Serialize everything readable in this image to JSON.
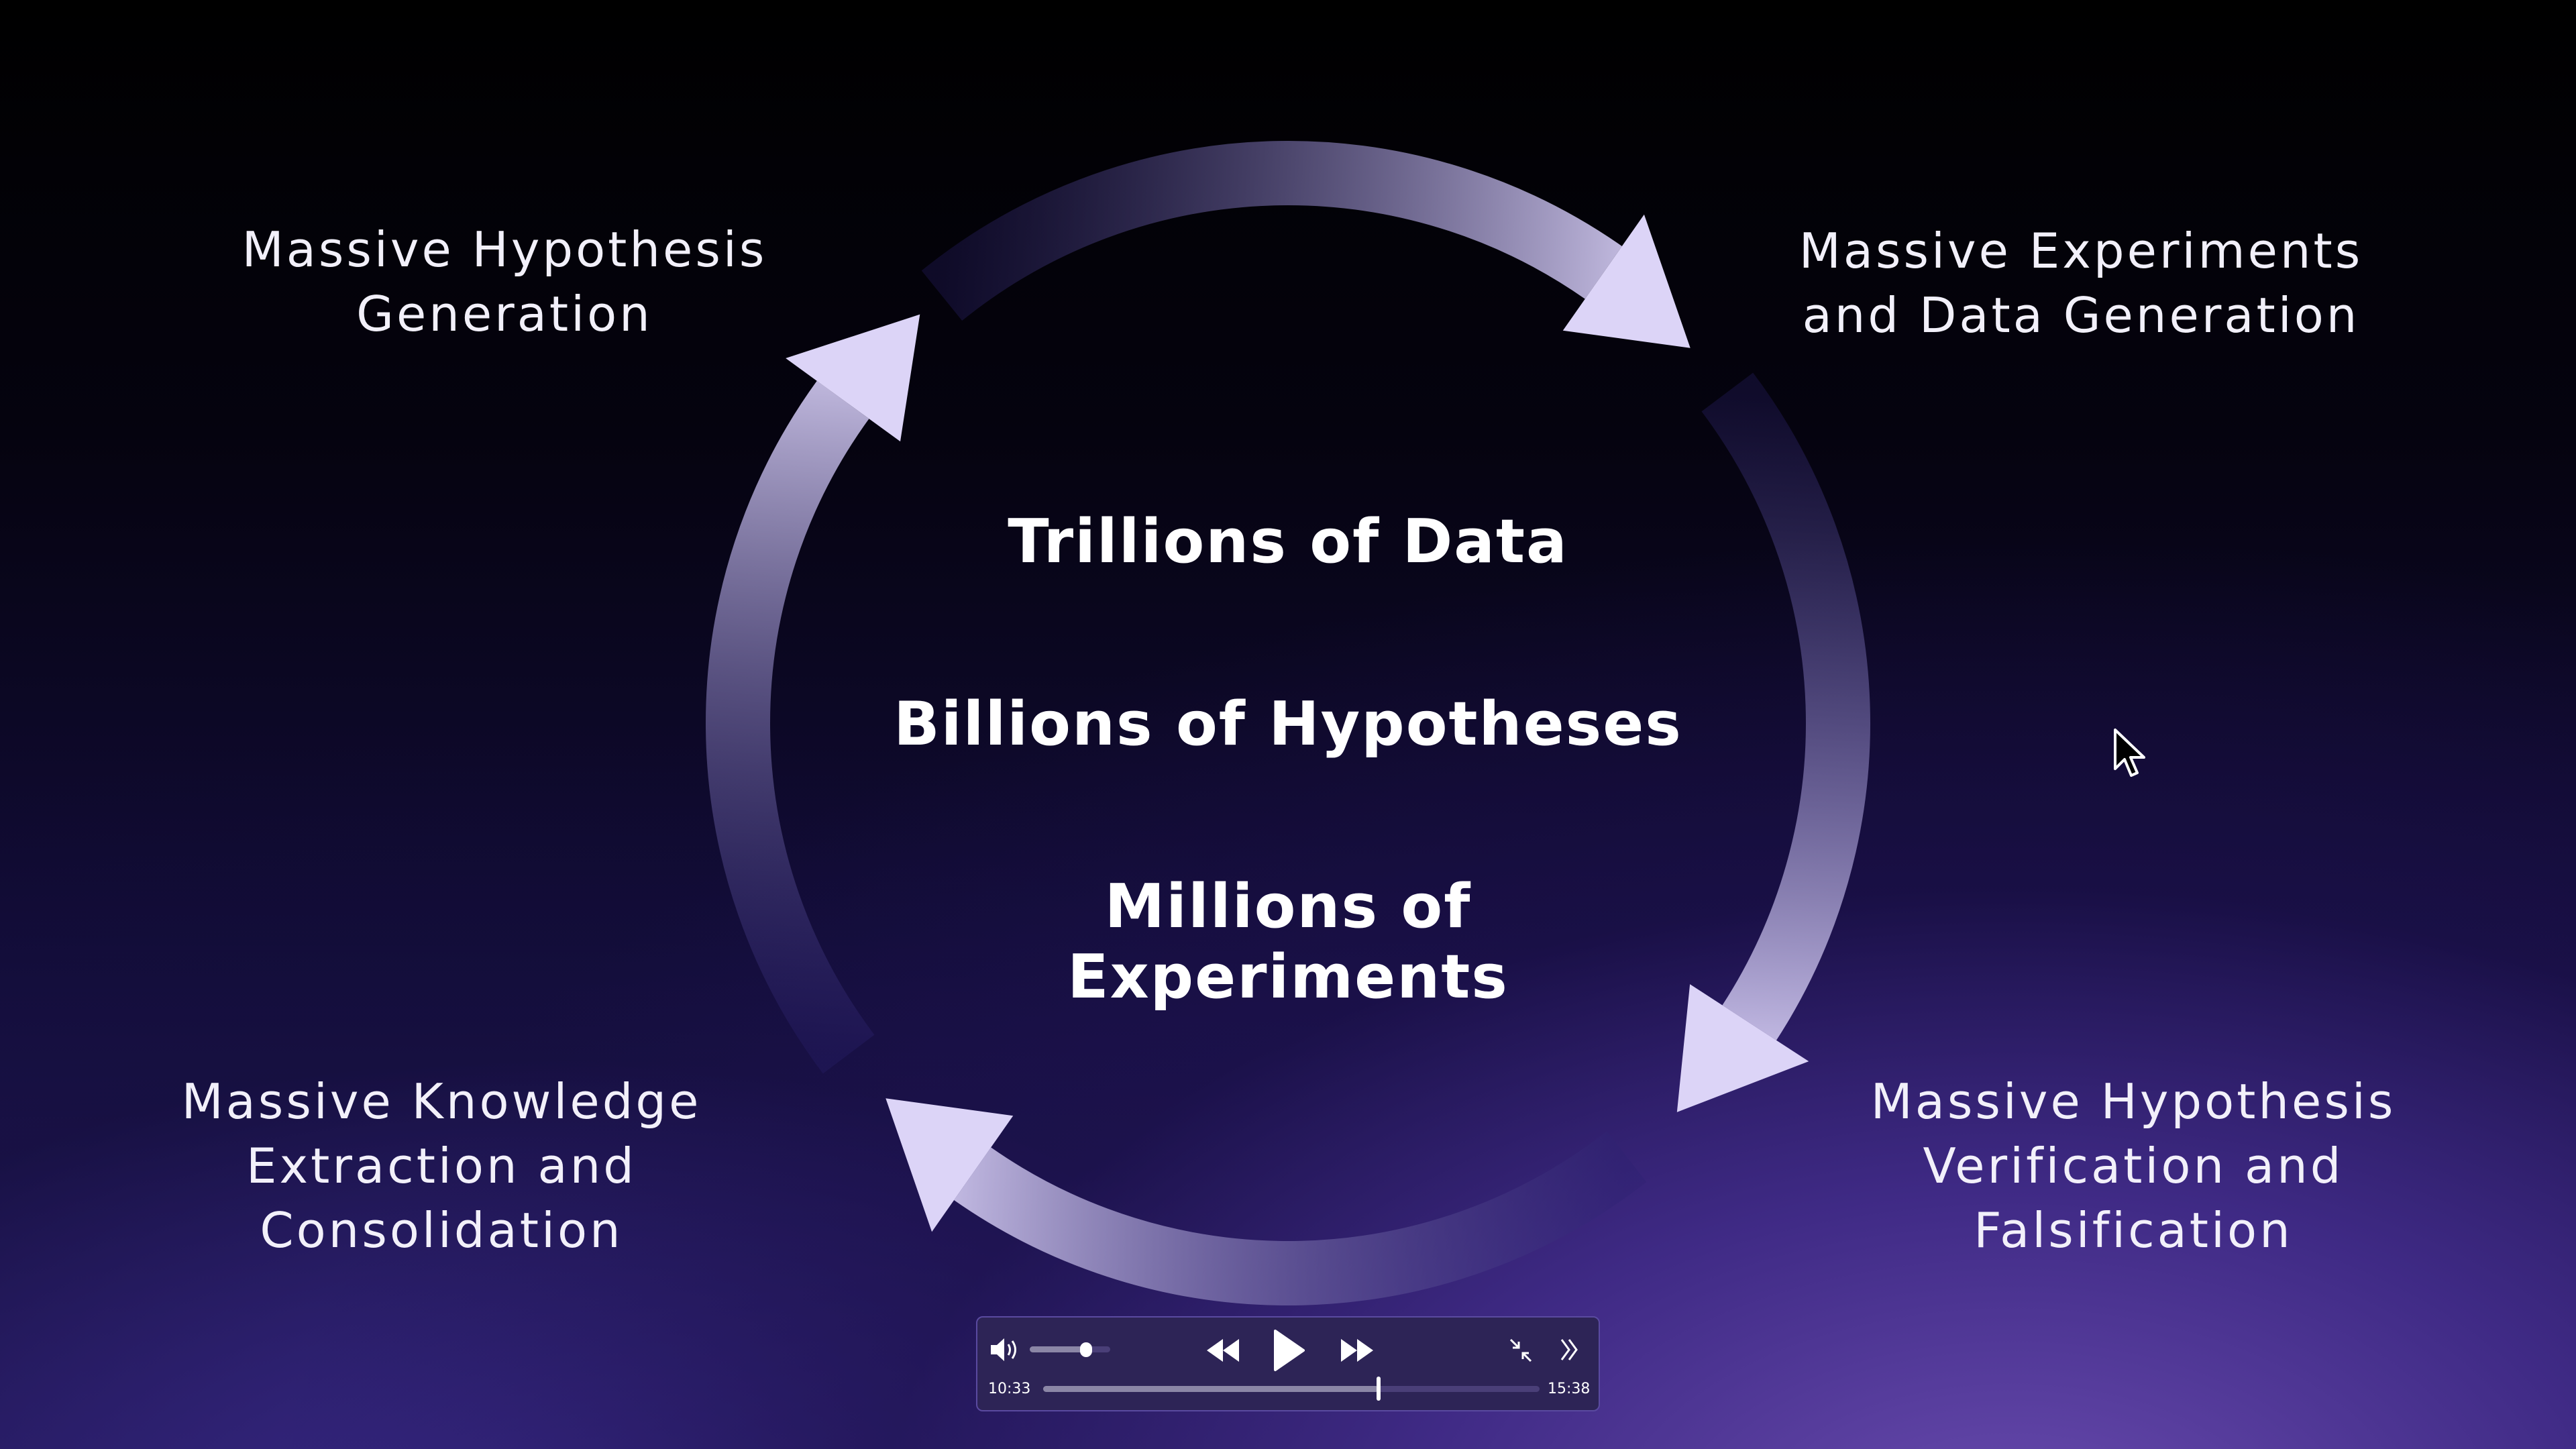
{
  "labels": {
    "top_left": [
      "Massive Hypothesis",
      "Generation"
    ],
    "top_right": [
      "Massive Experiments",
      "and Data Generation"
    ],
    "bottom_right": [
      "Massive Hypothesis",
      "Verification and",
      "Falsification"
    ],
    "bottom_left": [
      "Massive Knowledge",
      "Extraction and",
      "Consolidation"
    ]
  },
  "center": [
    "Trillions of Data",
    "Billions of Hypotheses",
    "Millions of Experiments"
  ],
  "player": {
    "current_time": "10:33",
    "duration": "15:38",
    "progress": 0.675,
    "volume": 0.7
  },
  "colors": {
    "arrow_light": "#dcd4f7",
    "arrow_dark": "#2a2070"
  }
}
